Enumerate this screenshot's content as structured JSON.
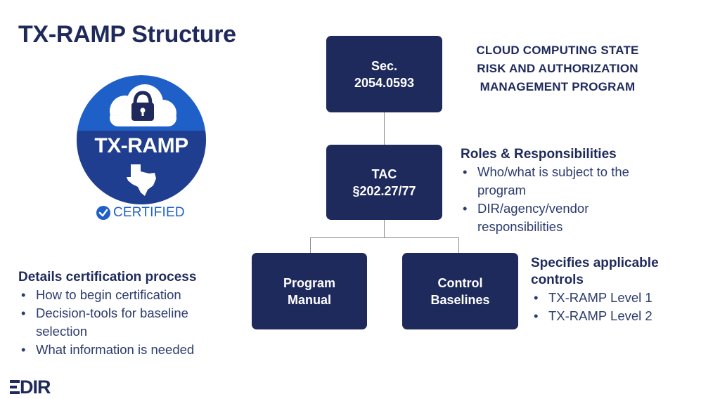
{
  "slide": {
    "title": "TX-RAMP Structure"
  },
  "badge": {
    "name": "TX-RAMP",
    "certified": "CERTIFIED",
    "colors": {
      "primary": "#1f5fc8",
      "dark": "#1f3e8f",
      "white": "#ffffff"
    }
  },
  "org_chart": {
    "top": {
      "line1": "Sec.",
      "line2": "2054.0593"
    },
    "middle": {
      "line1": "TAC",
      "line2": "§202.27/77"
    },
    "left": {
      "line1": "Program",
      "line2": "Manual"
    },
    "right": {
      "line1": "Control",
      "line2": "Baselines"
    }
  },
  "program_name": {
    "line1": "CLOUD COMPUTING STATE",
    "line2": "RISK AND AUTHORIZATION",
    "line3": "MANAGEMENT PROGRAM"
  },
  "roles": {
    "heading": "Roles & Responsibilities",
    "bullets": [
      {
        "l1": "Who/what is subject to the",
        "l2": "program"
      },
      {
        "l1": "DIR/agency/vendor",
        "l2": "responsibilities"
      }
    ]
  },
  "controls": {
    "heading_l1": "Specifies applicable",
    "heading_l2": "controls",
    "bullets": [
      "TX-RAMP Level 1",
      "TX-RAMP Level 2"
    ]
  },
  "certification": {
    "heading": "Details certification process",
    "bullets": [
      {
        "l1": "How to begin certification",
        "l2": ""
      },
      {
        "l1": "Decision-tools for baseline",
        "l2": "selection"
      },
      {
        "l1": "What information is needed",
        "l2": ""
      }
    ]
  },
  "footer": {
    "logo_text": "DIR"
  },
  "colors": {
    "navy": "#1f2a5c",
    "connector": "#8c8c8c"
  }
}
